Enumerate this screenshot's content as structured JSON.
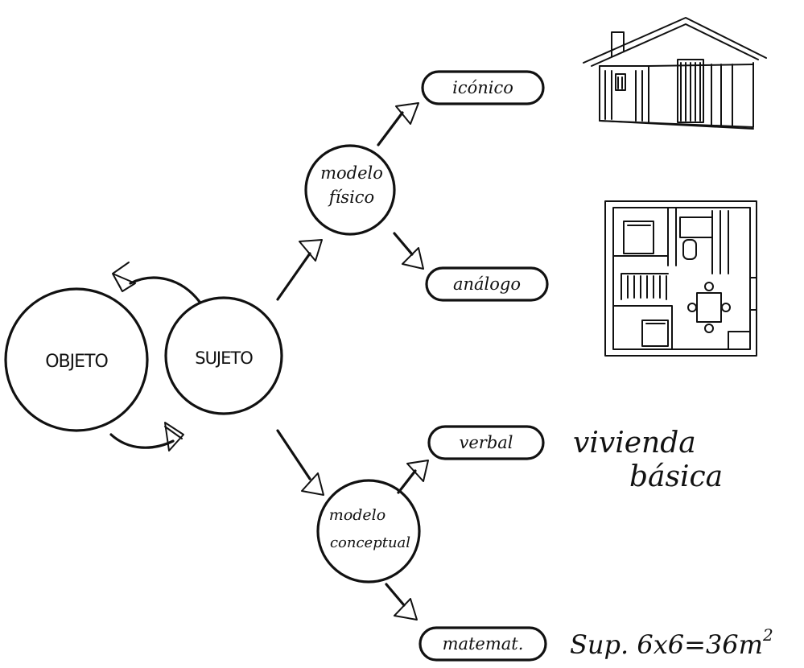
{
  "nodes": {
    "objeto": "OBJETO",
    "sujeto": "SUJETO",
    "modelo_fisico_line1": "modelo",
    "modelo_fisico_line2": "físico",
    "modelo_conceptual_line1": "modelo",
    "modelo_conceptual_line2": "conceptual"
  },
  "boxes": {
    "iconico": "icónico",
    "analogo": "análogo",
    "verbal": "verbal",
    "matemat": "matemat."
  },
  "annotations": {
    "verbal_line1": "vivienda",
    "verbal_line2": "básica",
    "matemat_prefix": "Sup. 6x6=36m",
    "matemat_exponent": "2"
  },
  "icons": {
    "house": "house-sketch-icon",
    "floor_plan": "floor-plan-sketch-icon"
  }
}
